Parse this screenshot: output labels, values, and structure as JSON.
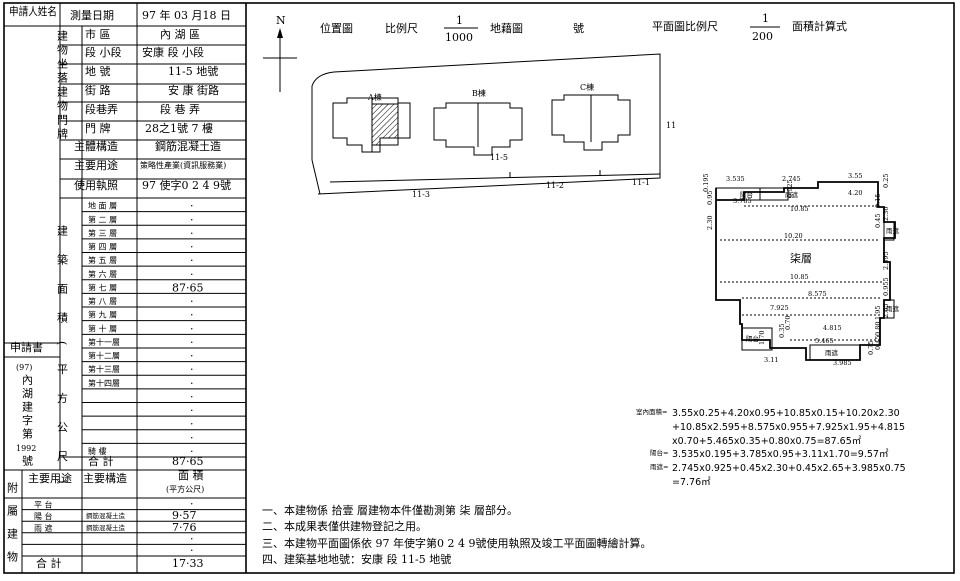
{
  "left": {
    "applicant_label": "申請人姓名",
    "survey_date_label": "測量日期",
    "survey_date": "97 年 03 月18 日",
    "location_group": "建物坐落",
    "city_label": "市 區",
    "city_value": "內 湖 區",
    "section_label": "段 小段",
    "section_value": "安康 段 小段",
    "lot_label": "地 號",
    "lot_value": "11-5 地號",
    "doorplate_group": "建物門牌",
    "street_label": "街 路",
    "street_value": "安 康 街路",
    "lane_label": "段巷弄",
    "lane_value": "段 巷 弄",
    "door_label": "門 牌",
    "door_value": "28之1號 7 樓",
    "structure_label": "主體構造",
    "structure_value": "鋼筋混凝土造",
    "use_label": "主要用途",
    "use_value": "策略性產業(資訊服務業)",
    "license_label": "使用執照",
    "license_value": "97 使字0 2 4 9號",
    "area_group": "建築面積(平方公尺)",
    "floors": [
      {
        "label": "地 面 層",
        "value": "·"
      },
      {
        "label": "第 二 層",
        "value": "·"
      },
      {
        "label": "第 三 層",
        "value": "·"
      },
      {
        "label": "第 四 層",
        "value": "·"
      },
      {
        "label": "第 五 層",
        "value": "·"
      },
      {
        "label": "第 六 層",
        "value": "·"
      },
      {
        "label": "第 七 層",
        "value": "87·65"
      },
      {
        "label": "第 八 層",
        "value": "·"
      },
      {
        "label": "第 九 層",
        "value": "·"
      },
      {
        "label": "第 十 層",
        "value": "·"
      },
      {
        "label": "第十一層",
        "value": "·"
      },
      {
        "label": "第十二層",
        "value": "·"
      },
      {
        "label": "第十三層",
        "value": "·"
      },
      {
        "label": "第十四層",
        "value": "·"
      },
      {
        "label": "",
        "value": "·"
      },
      {
        "label": "",
        "value": "·"
      },
      {
        "label": "",
        "value": "·"
      },
      {
        "label": "",
        "value": "·"
      },
      {
        "label": "騎 樓",
        "value": "·"
      }
    ],
    "total_label": "合 計",
    "total_value": "87·65",
    "application_label": "申請書",
    "application_no": [
      "(97)",
      "內",
      "湖",
      "建",
      "字",
      "第",
      "1992",
      "號"
    ],
    "annex_group": "附屬建物",
    "annex_headers": [
      "主要用途",
      "主要構造",
      "面 積",
      "(平方公尺)"
    ],
    "annex_rows": [
      {
        "use": "平 台",
        "structure": "",
        "area": "·"
      },
      {
        "use": "陽 台",
        "structure": "鋼筋混凝土造",
        "area": "9·57"
      },
      {
        "use": "雨 遮",
        "structure": "鋼筋混凝土造",
        "area": "7·76"
      },
      {
        "use": "",
        "structure": "",
        "area": "·"
      },
      {
        "use": "",
        "structure": "",
        "area": "·"
      }
    ],
    "annex_total_label": "合 計",
    "annex_total_value": "17·33"
  },
  "right": {
    "north": "N",
    "location_map_label": "位置圖",
    "scale_label": "比例尺",
    "location_scale_num": "1",
    "location_scale_den": "1000",
    "cadastral_label": "地藉圖",
    "number_label": "號",
    "floorplan_scale_label": "平面圖比例尺",
    "floorplan_scale_num": "1",
    "floorplan_scale_den": "200",
    "area_calc_label": "面積計算式",
    "buildings": [
      "A棟",
      "B棟",
      "C棟"
    ],
    "lots": [
      "11-5",
      "11-3",
      "11-2",
      "11-1",
      "11"
    ],
    "floor_label": "柒層",
    "balcony_label": "陽台",
    "eave_label": "雨遮",
    "dims": {
      "d1": "3.535",
      "d2": "2.745",
      "d3": "3.55",
      "d4": "0.195",
      "d5": "0.25",
      "d6": "0.95",
      "d7": "3.785",
      "d8": "0.925",
      "d9": "4.20",
      "d10": "10.85",
      "d11": "0.15",
      "d12": "2.30",
      "d13": "0.45",
      "d14": "2.30",
      "d15": "10.20",
      "d16": "2.595",
      "d17": "10.85",
      "d18": "8.575",
      "d19": "0.955",
      "d20": "7.925",
      "d21": "1.95",
      "d22": "4.815",
      "d23": "2.65",
      "d24": "0.35",
      "d25": "0.70",
      "d26": "5.465",
      "d27": "1.70",
      "d28": "0.80",
      "d29": "0.75",
      "d30": "3.11",
      "d31": "3.985",
      "d32": "0.45"
    },
    "formula_indoor_label": "室內面積=",
    "formula_indoor": [
      "3.55x0.25+4.20x0.95+10.85x0.15+10.20x2.30",
      "+10.85x2.595+8.575x0.955+7.925x1.95+4.815",
      "x0.70+5.465x0.35+0.80x0.75=87.65㎡"
    ],
    "formula_balcony_label": "陽台=",
    "formula_balcony": "3.535x0.195+3.785x0.95+3.11x1.70=9.57㎡",
    "formula_eave_label": "雨遮=",
    "formula_eave": [
      "2.745x0.925+0.45x2.30+0.45x2.65+3.985x0.75",
      "=7.76㎡"
    ],
    "notes": [
      "一、本建物係 拾壹 層建物本件僅勘測第 柒 層部分。",
      "二、本成果表僅供建物登記之用。",
      "三、本建物平面圖係依 97 年使字第0 2 4 9號使用執照及竣工平面圖轉繪計算。",
      "四、建築基地地號：安康 段 11-5 地號"
    ]
  }
}
